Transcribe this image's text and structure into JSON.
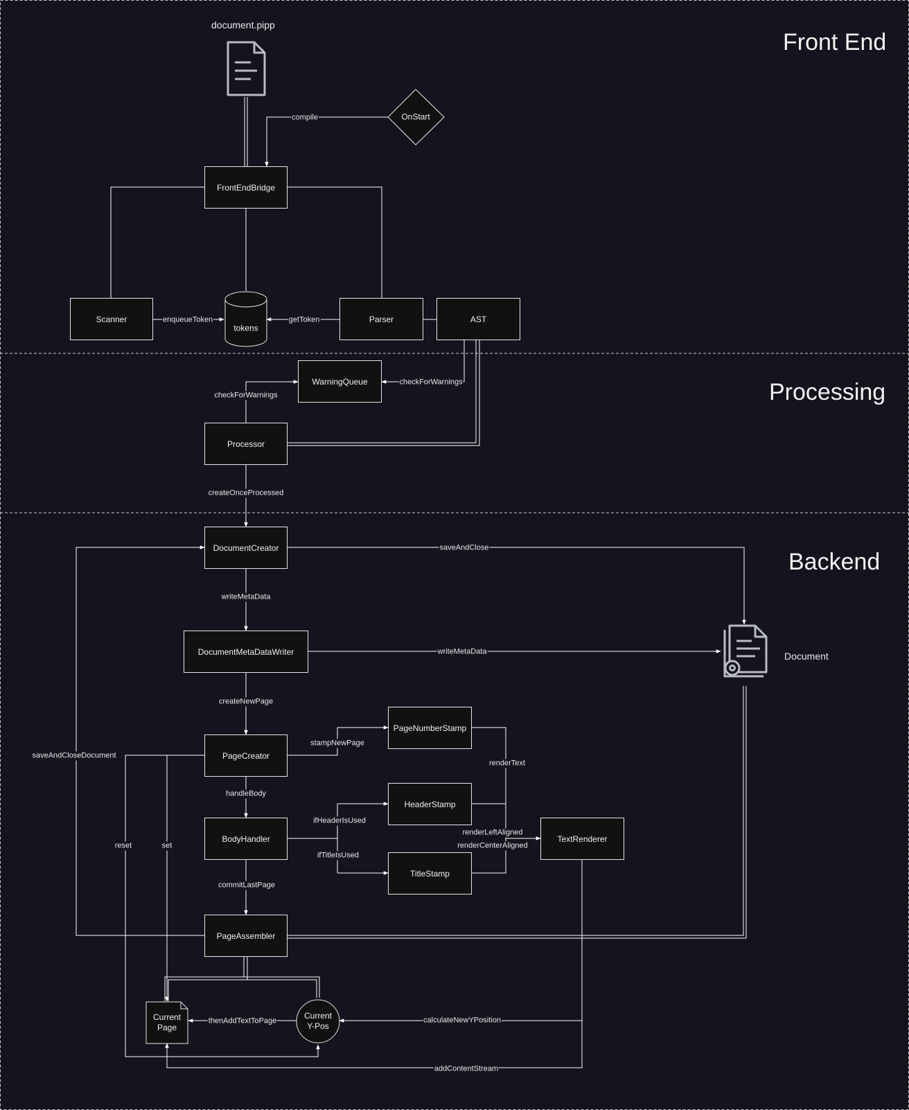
{
  "sections": {
    "front_end": "Front End",
    "processing": "Processing",
    "backend": "Backend"
  },
  "files": {
    "input_file": "document.pipp",
    "output_file": "Document"
  },
  "nodes": {
    "on_start": "OnStart",
    "front_end_bridge": "FrontEndBridge",
    "scanner": "Scanner",
    "tokens": "tokens",
    "parser": "Parser",
    "ast": "AST",
    "warning_queue": "WarningQueue",
    "processor": "Processor",
    "document_creator": "DocumentCreator",
    "document_meta_data_writer": "DocumentMetaDataWriter",
    "page_creator": "PageCreator",
    "page_number_stamp": "PageNumberStamp",
    "header_stamp": "HeaderStamp",
    "title_stamp": "TitleStamp",
    "body_handler": "BodyHandler",
    "text_renderer": "TextRenderer",
    "page_assembler": "PageAssembler",
    "current_page_line1": "Current",
    "current_page_line2": "Page",
    "current_ypos_line1": "Current",
    "current_ypos_line2": "Y-Pos"
  },
  "edges": {
    "compile": "compile",
    "enqueue_token": "enqueueToken",
    "get_token": "getToken",
    "check_for_warnings_ast": "checkForWarnings",
    "check_for_warnings_processor": "checkForWarnings",
    "create_once_processed": "createOnceProcessed",
    "save_and_close": "saveAndClose",
    "write_meta_data_down": "writeMetaData",
    "write_meta_data_doc": "writeMetaData",
    "create_new_page": "createNewPage",
    "stamp_new_page": "stampNewPage",
    "render_text": "renderText",
    "handle_body": "handleBody",
    "if_header_is_used": "ifHeaderIsUsed",
    "if_title_is_used": "ifTitleIsUsed",
    "render_left_aligned": "renderLeftAligned",
    "render_center_aligned": "renderCenterAligned",
    "commit_last_page": "commitLastPage",
    "save_and_close_document": "saveAndCloseDocument",
    "reset": "reset",
    "set": "set",
    "then_add_text_to_page": "thenAddTextToPage",
    "calculate_new_y_position": "calculateNewYPosition",
    "add_content_stream": "addContentStream"
  },
  "colors": {
    "background": "#15131d",
    "node_fill": "#111111",
    "stroke": "#e6e6e6",
    "icon": "#b8bcc8"
  },
  "icons": {
    "input_file": "document-icon",
    "output_file": "document-gear-icon"
  }
}
